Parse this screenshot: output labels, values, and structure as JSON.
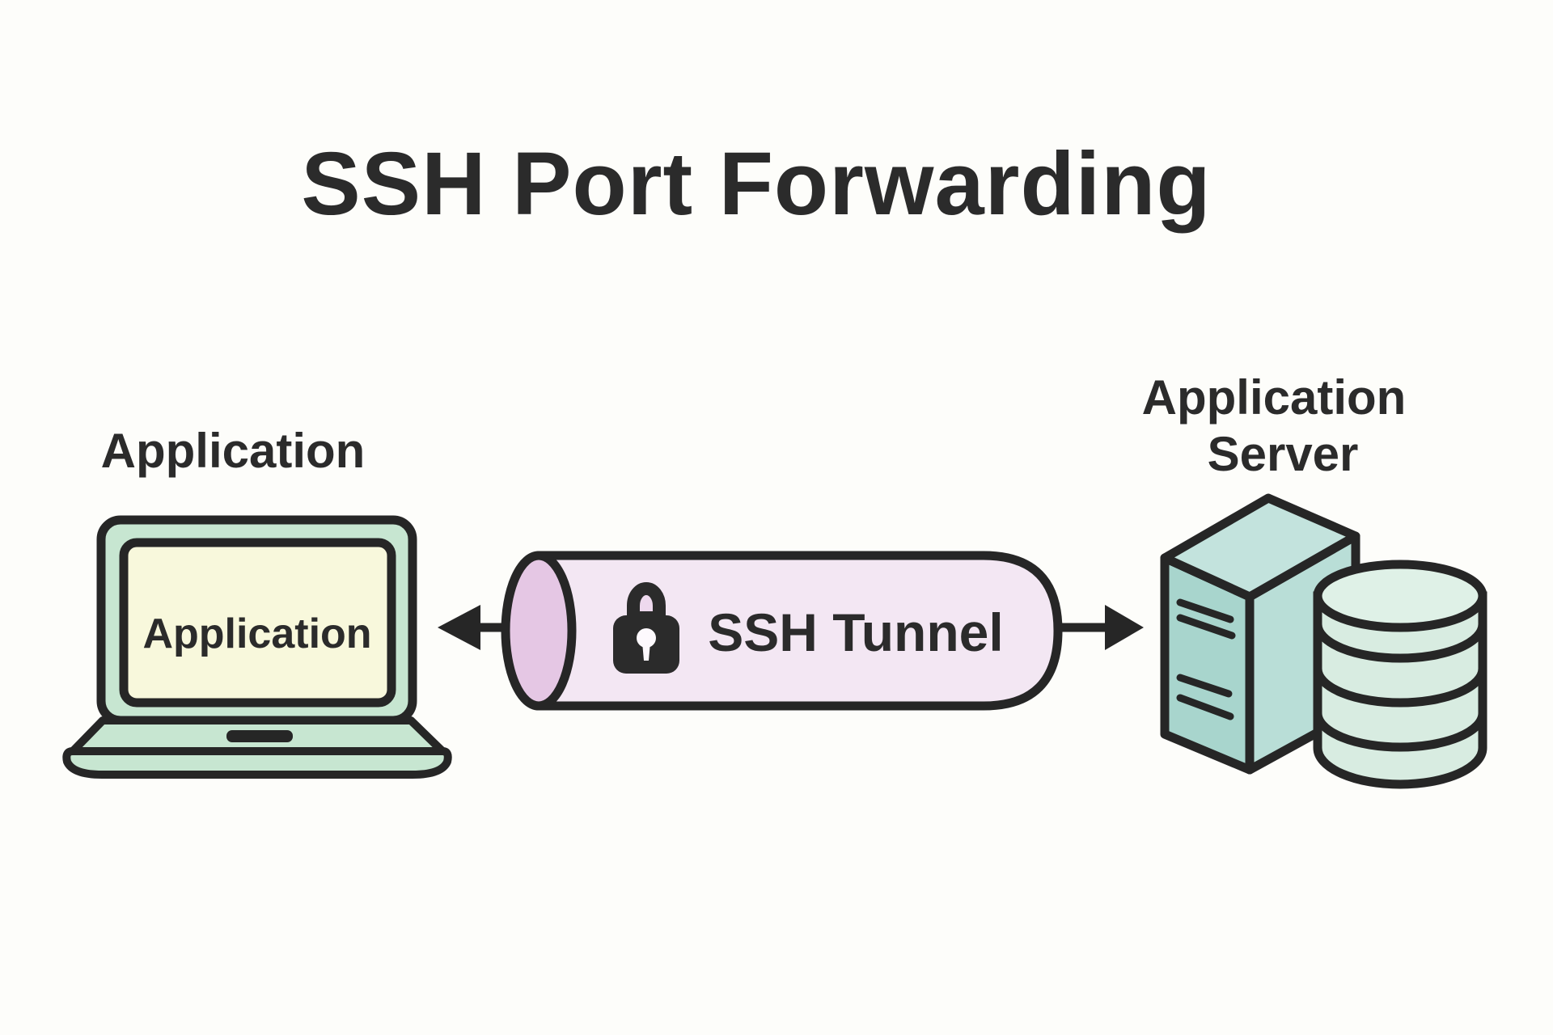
{
  "title": "SSH Port Forwarding",
  "nodes": {
    "client": {
      "label": "Application",
      "screen_text": "Application"
    },
    "tunnel": {
      "label": "SSH Tunnel",
      "icon": "lock-icon"
    },
    "server": {
      "label_line1": "Application",
      "label_line2": "Server"
    }
  },
  "colors": {
    "background": "#fdfdfa",
    "outline": "#262626",
    "text": "#2b2b2b",
    "laptop_body": "#c7e6d1",
    "laptop_screen": "#f8f8dc",
    "tunnel_body": "#f3e7f3",
    "tunnel_end": "#e5c7e4",
    "lock": "#2b2b2b",
    "lock_shackle_inner": "#eed9ee",
    "keyhole": "#fdf9fd",
    "server_front": "#a8d5cd",
    "server_top": "#c3e3dd",
    "server_side": "#b9ded7",
    "database": "#d8ece1",
    "database_top": "#dff1e7",
    "arrow": "#262626"
  }
}
